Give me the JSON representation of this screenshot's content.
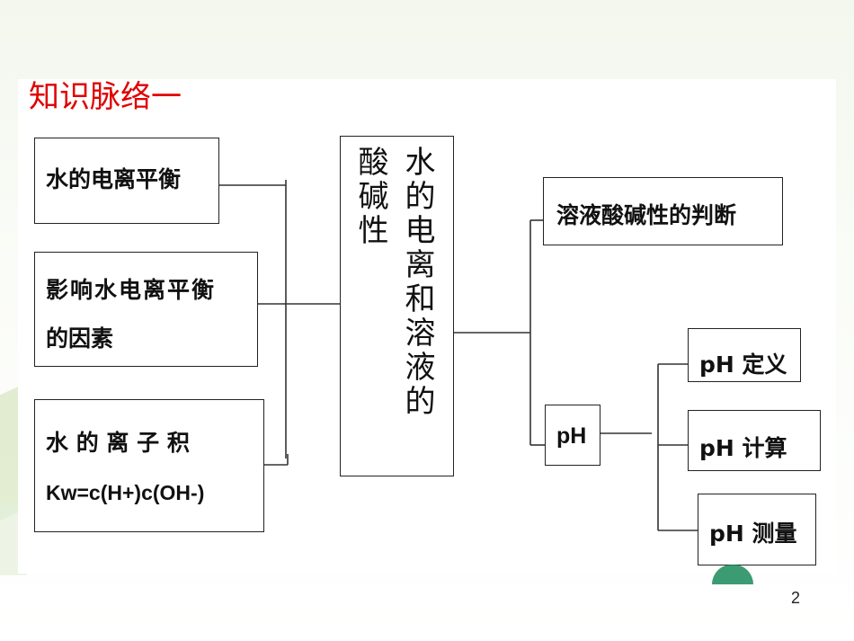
{
  "title": "知识脉络一",
  "center": {
    "col1": "水的电离和溶液的",
    "col2": "酸碱性"
  },
  "left": {
    "item1": "水的电离平衡",
    "item2_line1": "影响水电离平衡",
    "item2_line2": "的因素",
    "item3_line1": "水 的 离 子 积",
    "item3_line2": "Kw=c(H+)c(OH-)"
  },
  "right": {
    "judge": "溶液酸碱性的判断",
    "ph": "pH",
    "ph_def": "pH 定义",
    "ph_calc": "pH 计算",
    "ph_measure": "pH 测量"
  },
  "page_number": "2"
}
